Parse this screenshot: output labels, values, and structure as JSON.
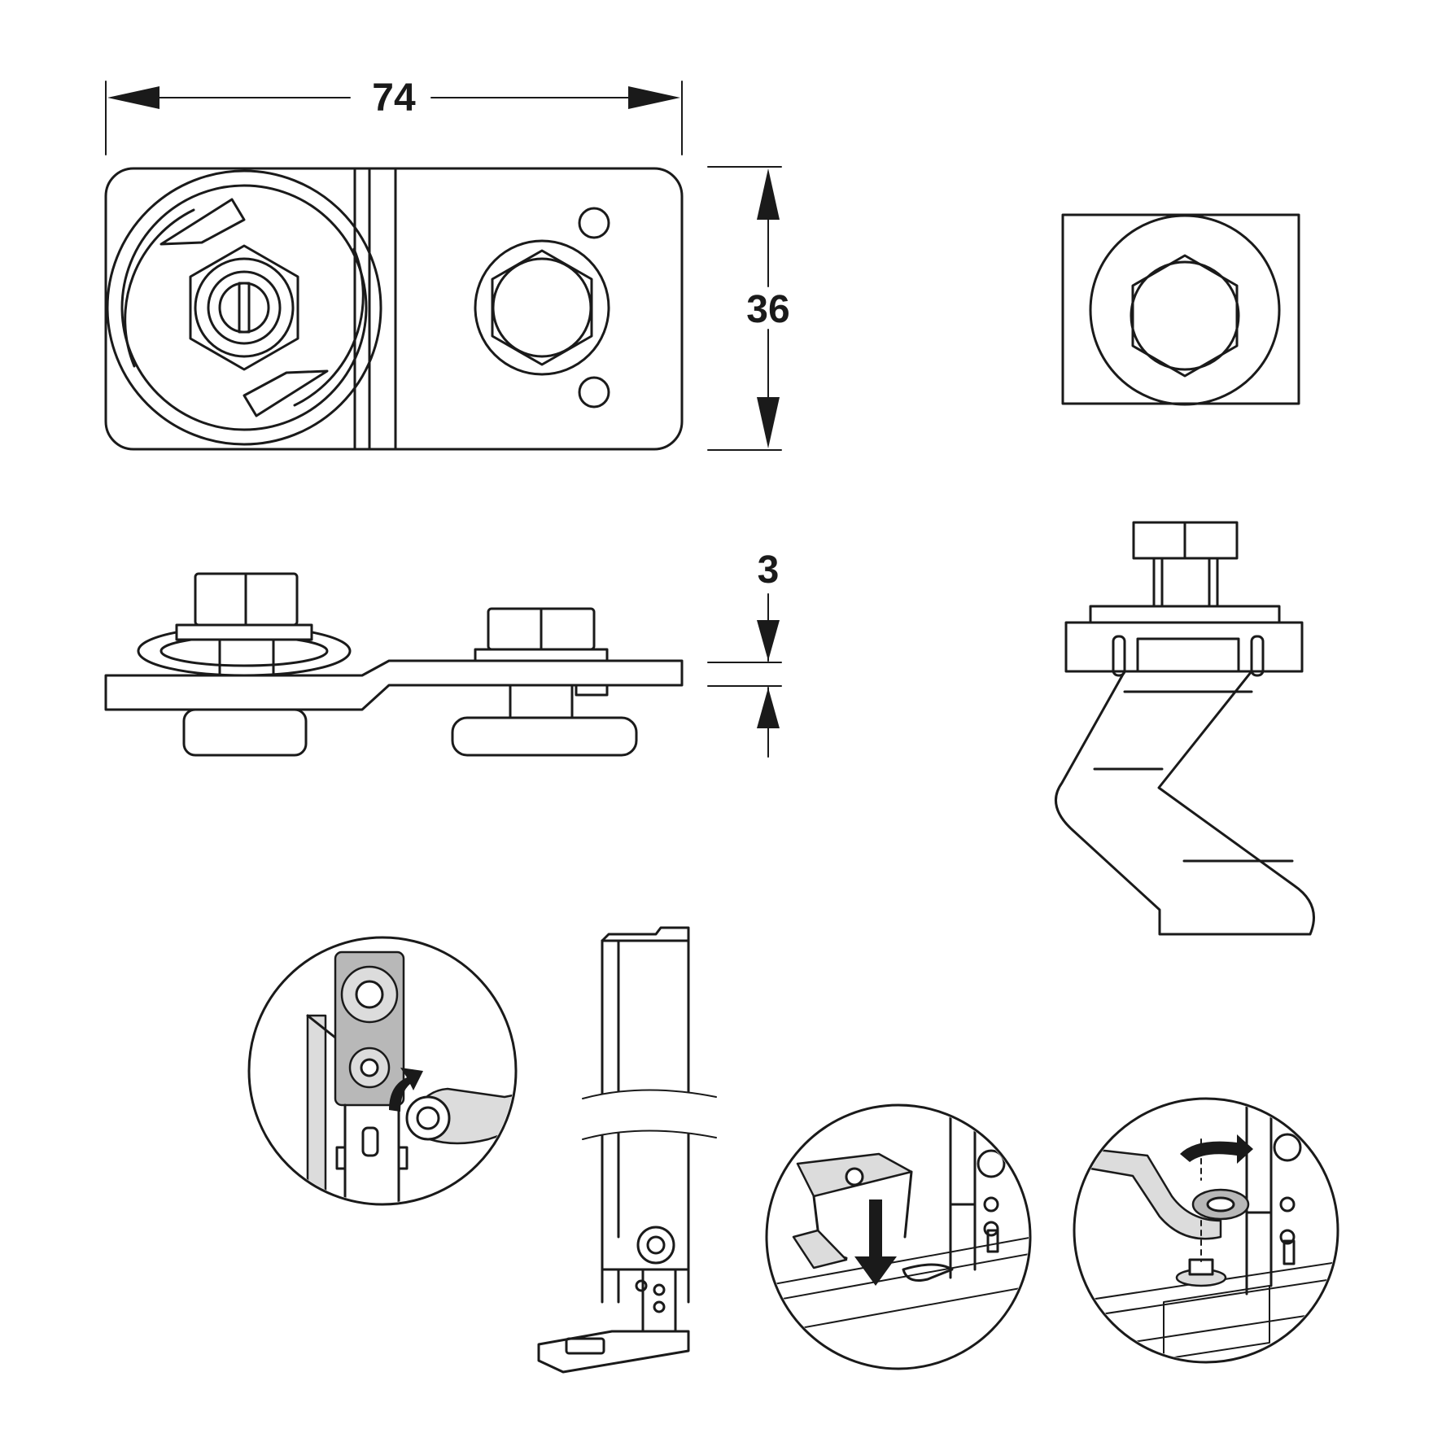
{
  "dimensions": {
    "width_label": "74",
    "height_label": "36",
    "thickness_label": "3"
  },
  "colors": {
    "line": "#1a1a1a",
    "part_highlight": "#b8b8b8",
    "background": "#ffffff"
  },
  "icons": {
    "rotate_arrow": "curved-arrow-icon",
    "down_arrow": "arrow-down-icon"
  }
}
